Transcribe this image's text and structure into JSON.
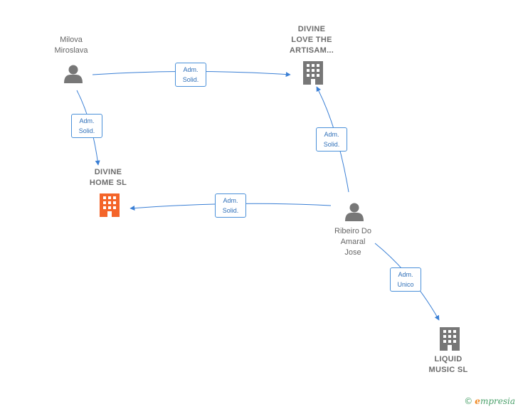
{
  "nodes": {
    "milova": {
      "label": "Milova\nMiroslava",
      "type": "person"
    },
    "divine_love": {
      "label": "DIVINE\nLOVE THE\nARTISAM...",
      "type": "company"
    },
    "divine_home": {
      "label": "DIVINE\nHOME  SL",
      "type": "company-highlight"
    },
    "ribeiro": {
      "label": "Ribeiro Do\nAmaral\nJose",
      "type": "person"
    },
    "liquid": {
      "label": "LIQUID\nMUSIC SL",
      "type": "company"
    }
  },
  "edges": {
    "milova_to_love": {
      "label": "Adm.\nSolid."
    },
    "milova_to_home": {
      "label": "Adm.\nSolid."
    },
    "ribeiro_to_love": {
      "label": "Adm.\nSolid."
    },
    "ribeiro_to_home": {
      "label": "Adm.\nSolid."
    },
    "ribeiro_to_liquid": {
      "label": "Adm.\nUnico"
    }
  },
  "colors": {
    "person_icon": "#777777",
    "company_icon": "#777777",
    "highlight_company_icon": "#f4652a",
    "edge": "#3a7fd5"
  },
  "brand": {
    "copyright": "©",
    "name_initial": "e",
    "name_rest": "mpresia"
  }
}
